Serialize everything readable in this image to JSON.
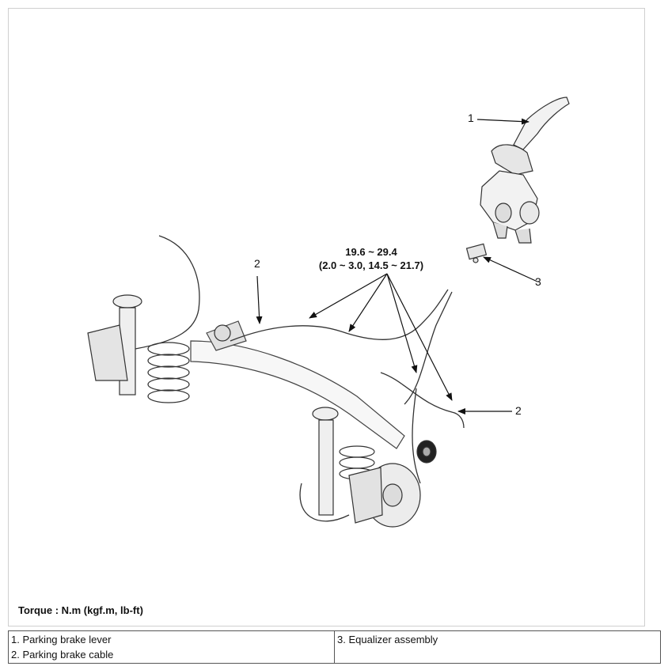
{
  "diagram": {
    "callouts": [
      "1",
      "2",
      "2",
      "3"
    ],
    "torque_spec": {
      "line1": "19.6 ~ 29.4",
      "line2": "(2.0 ~ 3.0, 14.5 ~ 21.7)"
    },
    "torque_note": "Torque : N.m (kgf.m, lb-ft)"
  },
  "legend": {
    "left": [
      "1. Parking brake lever",
      "2. Parking brake cable"
    ],
    "right": [
      "3. Equalizer assembly"
    ]
  }
}
